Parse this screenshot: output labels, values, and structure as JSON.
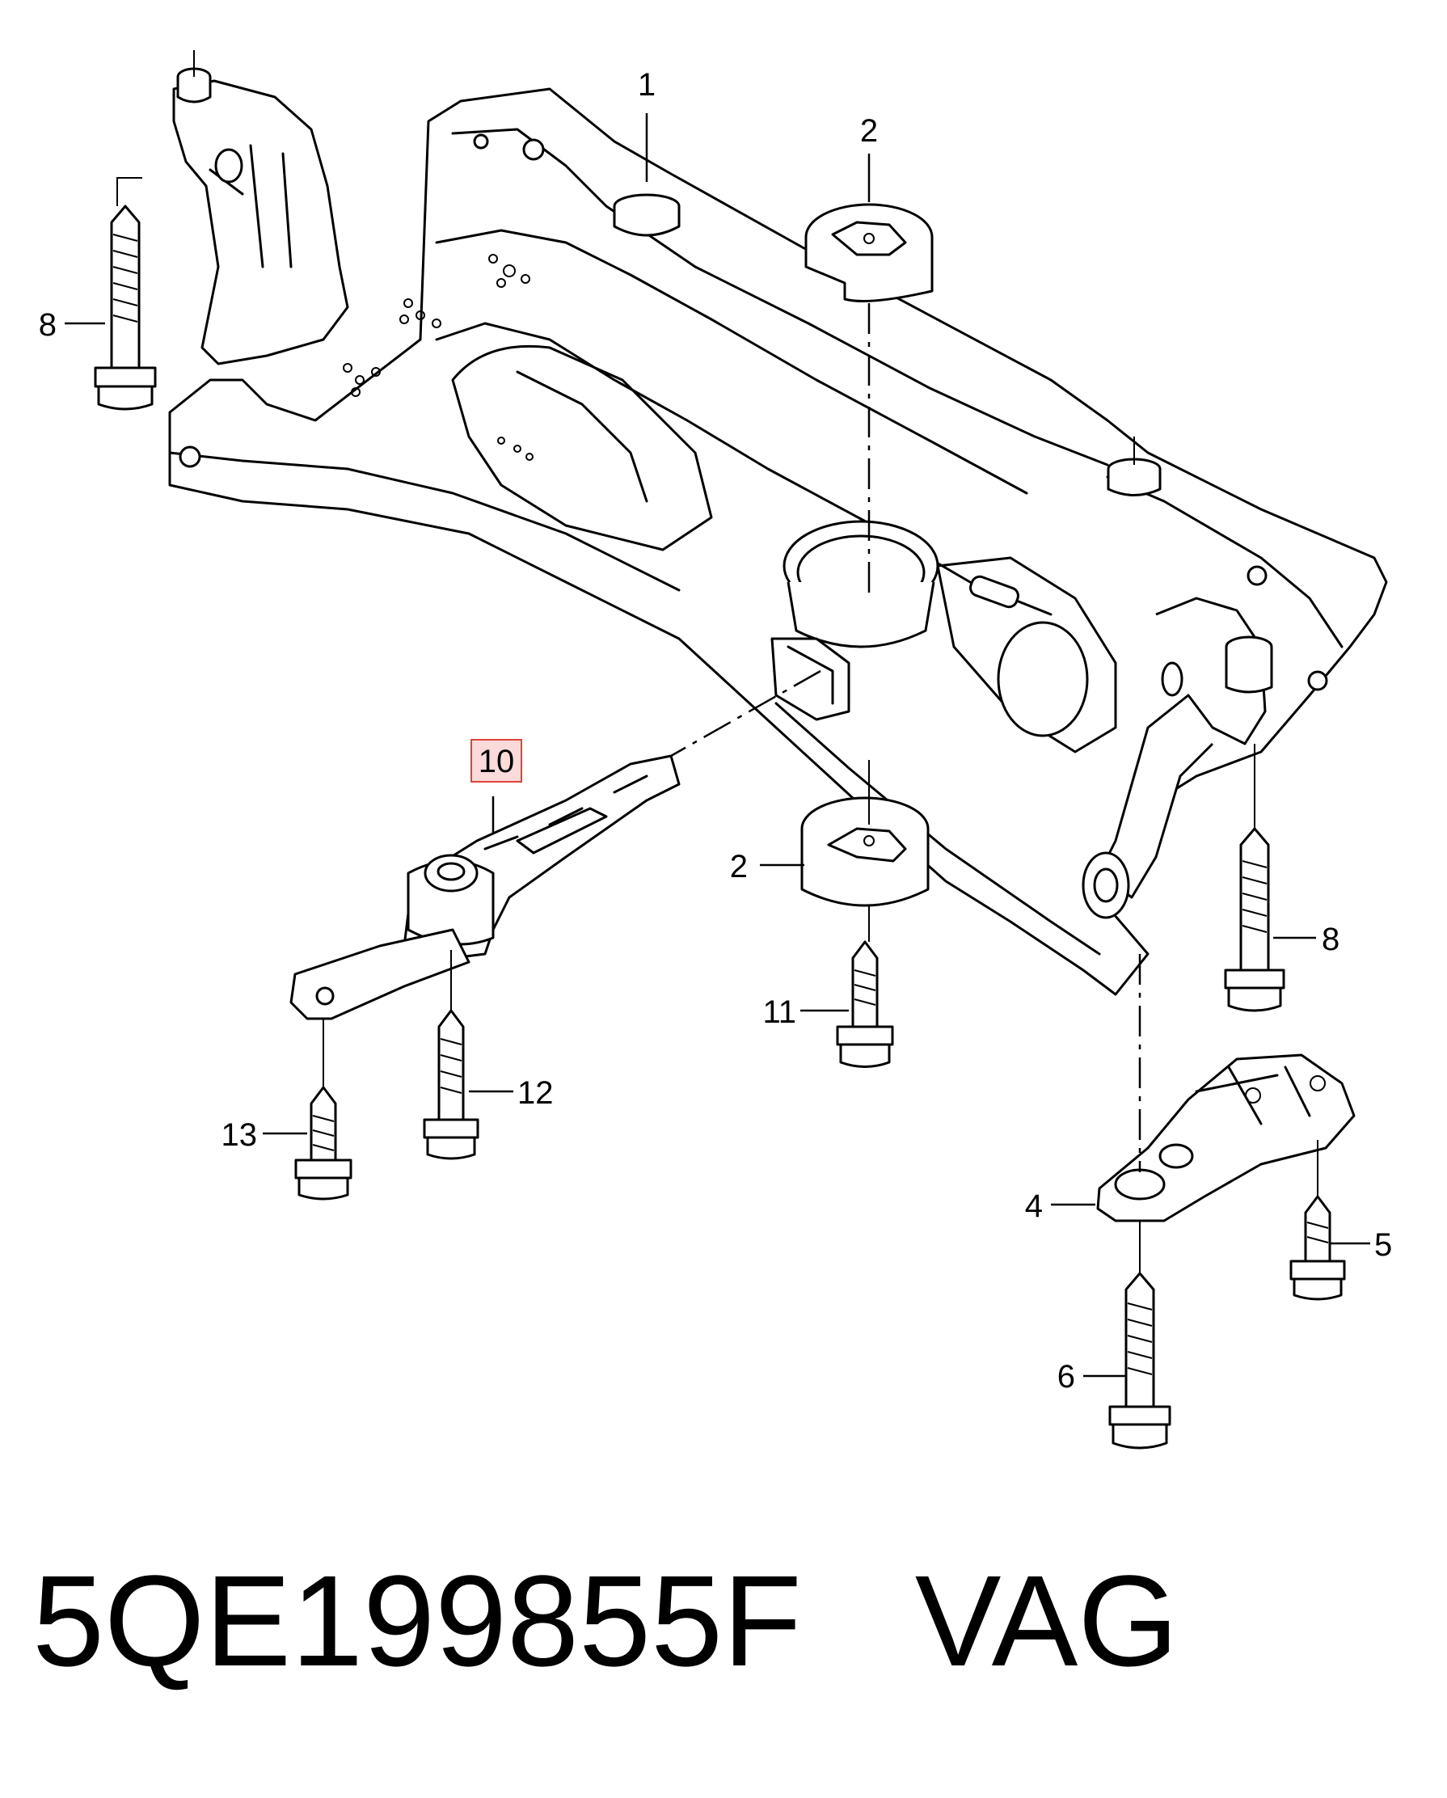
{
  "callouts": [
    {
      "id": "1",
      "label": "1"
    },
    {
      "id": "2a",
      "label": "2"
    },
    {
      "id": "2b",
      "label": "2"
    },
    {
      "id": "4",
      "label": "4"
    },
    {
      "id": "5",
      "label": "5"
    },
    {
      "id": "6",
      "label": "6"
    },
    {
      "id": "8a",
      "label": "8"
    },
    {
      "id": "8b",
      "label": "8"
    },
    {
      "id": "10",
      "label": "10",
      "highlighted": true
    },
    {
      "id": "11",
      "label": "11"
    },
    {
      "id": "12",
      "label": "12"
    },
    {
      "id": "13",
      "label": "13"
    }
  ],
  "highlight_color": "#e0433a",
  "highlight_fill": "#fbdada",
  "footer": {
    "part_number": "5QE199855F",
    "brand": "VAG"
  }
}
